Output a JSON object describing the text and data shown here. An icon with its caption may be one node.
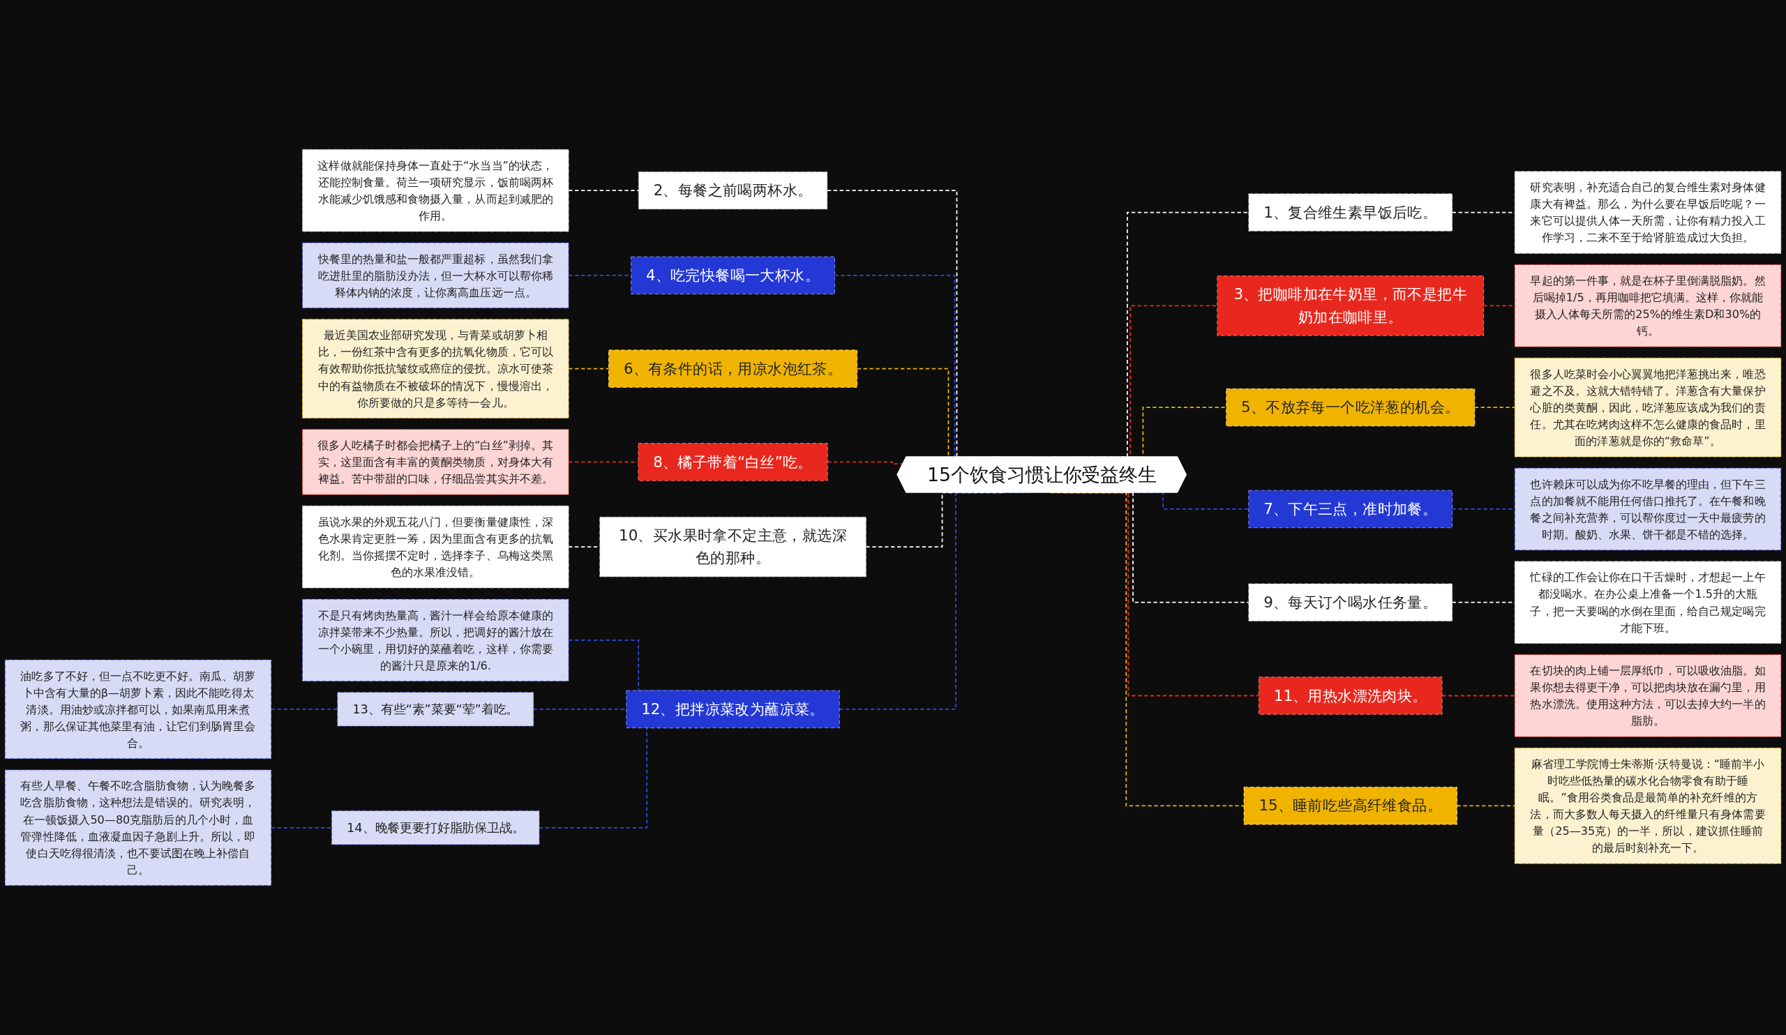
{
  "diagram": {
    "nodes": [
      {
        "text": [
          "15个饮食习惯让你受益终生"
        ]
      },
      {
        "text": [
          "1、复合维生素早饭后吃。"
        ]
      },
      {
        "text": [
          "研究表明，补充适合自己的复合维生素对身体健康大有裨益。那么，为什么要在早饭后吃呢？一来它可以提供人体一天所需，让你有精力投入工作学习，二来不至于给肾脏造成过大负担。"
        ]
      },
      {
        "text": [
          "2、每餐之前喝两杯水。"
        ]
      },
      {
        "text": [
          "这样做就能保持身体一直处于“水当当”的状态，还能控制食量。荷兰一项研究显示，饭前喝两杯水能减少饥饿感和食物摄入量，从而起到减肥的作用。"
        ]
      },
      {
        "text": [
          "3、把咖啡加在牛奶里，而不是把牛奶加在咖啡里。"
        ]
      },
      {
        "text": [
          "早起的第一件事，就是在杯子里倒满脱脂奶。然后喝掉1/5，再用咖啡把它填满。这样，你就能摄入人体每天所需的25%的维生素D和30%的钙。"
        ]
      },
      {
        "text": [
          "4、吃完快餐喝一大杯水。"
        ]
      },
      {
        "text": [
          "快餐里的热量和盐一般都严重超标，虽然我们拿吃进肚里的脂肪没办法，但一大杯水可以帮你稀释体内钠的浓度，让你离高血压远一点。"
        ]
      },
      {
        "text": [
          "5、不放弃每一个吃洋葱的机会。"
        ]
      },
      {
        "text": [
          "很多人吃菜时会小心翼翼地把洋葱挑出来，唯恐避之不及。这就大错特错了。洋葱含有大量保护心脏的类黄酮，因此，吃洋葱应该成为我们的责任。尤其在吃烤肉这样不怎么健康的食品时，里面的洋葱就是你的“救命草”。"
        ]
      },
      {
        "text": [
          "6、有条件的话，用凉水泡红茶。"
        ]
      },
      {
        "text": [
          "最近美国农业部研究发现，与青菜或胡萝卜相比，一份红茶中含有更多的抗氧化物质，它可以有效帮助你抵抗皱纹或癌症的侵扰。凉水可使茶中的有益物质在不被破坏的情况下，慢慢溶出，你所要做的只是多等待一会儿。"
        ]
      },
      {
        "text": [
          "7、下午三点，准时加餐。"
        ]
      },
      {
        "text": [
          "也许赖床可以成为你不吃早餐的理由，但下午三点的加餐就不能用任何借口推托了。在午餐和晚餐之间补充营养，可以帮你度过一天中最疲劳的时期。酸奶、水果、饼干都是不错的选择。"
        ]
      },
      {
        "text": [
          "8、橘子带着“白丝”吃。"
        ]
      },
      {
        "text": [
          "很多人吃橘子时都会把橘子上的“白丝”剥掉。其实，这里面含有丰富的黄酮类物质，对身体大有裨益。苦中带甜的口味，仔细品尝其实并不差。"
        ]
      },
      {
        "text": [
          "9、每天订个喝水任务量。"
        ]
      },
      {
        "text": [
          "忙碌的工作会让你在口干舌燥时，才想起一上午都没喝水。在办公桌上准备一个1.5升的大瓶子，把一天要喝的水倒在里面，给自己规定喝完才能下班。"
        ]
      },
      {
        "text": [
          "10、买水果时拿不定主意，就选深色的那种。"
        ]
      },
      {
        "text": [
          "虽说水果的外观五花八门，但要衡量健康性，深色水果肯定更胜一筹，因为里面含有更多的抗氧化剂。当你摇摆不定时，选择李子、乌梅这类黑色的水果准没错。"
        ]
      },
      {
        "text": [
          "11、用热水漂洗肉块。"
        ]
      },
      {
        "text": [
          "在切块的肉上铺一层厚纸巾，可以吸收油脂。如果你想去得更干净，可以把肉块放在漏勺里，用热水漂洗。使用这种方法，可以去掉大约一半的脂肪。"
        ]
      },
      {
        "text": [
          "12、把拌凉菜改为蘸凉菜。"
        ]
      },
      {
        "text": [
          "不是只有烤肉热量高，酱汁一样会给原本健康的凉拌菜带来不少热量。所以，把调好的酱汁放在一个小碗里，用切好的菜蘸着吃，这样，你需要的酱汁只是原来的1/6."
        ]
      },
      {
        "text": [
          "13、有些“素”菜要“荤”着吃。"
        ]
      },
      {
        "text": [
          "油吃多了不好，但一点不吃更不好。南瓜、胡萝卜中含有大量的β—胡萝卜素，因此不能吃得太清淡。用油炒或凉拌都可以，如果南瓜用来煮粥，那么保证其他菜里有油，让它们到肠胃里会合。"
        ]
      },
      {
        "text": [
          "14、晚餐更要打好脂肪保卫战。"
        ]
      },
      {
        "text": [
          "有些人早餐、午餐不吃含脂肪食物，认为晚餐多吃含脂肪食物，这种想法是错误的。研究表明，在一顿饭摄入50—80克脂肪后的几个小时，血管弹性降低，血液凝血因子急剧上升。所以，即使白天吃得很清淡，也不要试图在晚上补偿自己。"
        ]
      },
      {
        "text": [
          "15、睡前吃些高纤维食品。"
        ]
      },
      {
        "text": [
          "麻省理工学院博士朱蒂斯·沃特曼说：“睡前半小时吃些低热量的碳水化合物零食有助于睡眠。”食用谷类食品是最简单的补充纤维的方法，而大多数人每天摄入的纤维量只有身体需要量（25—35克）的一半，所以，建议抓住睡前的最后时刻补充一下。"
        ]
      }
    ],
    "edges": [
      {
        "from": 0,
        "to": 1,
        "arrow": "none",
        "style": "dashed",
        "color": "#ffffff"
      },
      {
        "from": 1,
        "to": 2,
        "arrow": "none",
        "style": "dashed",
        "color": "#ffffff"
      },
      {
        "from": 3,
        "to": 0,
        "arrow": "none",
        "style": "dashed",
        "color": "#ffffff"
      },
      {
        "from": 4,
        "to": 3,
        "arrow": "none",
        "style": "dashed",
        "color": "#ffffff"
      },
      {
        "from": 0,
        "to": 5,
        "arrow": "none",
        "style": "dashed",
        "color": "#e8281e"
      },
      {
        "from": 5,
        "to": 6,
        "arrow": "none",
        "style": "dashed",
        "color": "#e8281e"
      },
      {
        "from": 7,
        "to": 0,
        "arrow": "none",
        "style": "dashed",
        "color": "#2f4be0"
      },
      {
        "from": 8,
        "to": 7,
        "arrow": "none",
        "style": "dashed",
        "color": "#2f4be0"
      },
      {
        "from": 0,
        "to": 9,
        "arrow": "none",
        "style": "dashed",
        "color": "#f0b400"
      },
      {
        "from": 9,
        "to": 10,
        "arrow": "none",
        "style": "dashed",
        "color": "#f0b400"
      },
      {
        "from": 11,
        "to": 0,
        "arrow": "none",
        "style": "dashed",
        "color": "#f0b400"
      },
      {
        "from": 12,
        "to": 11,
        "arrow": "none",
        "style": "dashed",
        "color": "#f0b400"
      },
      {
        "from": 0,
        "to": 13,
        "arrow": "none",
        "style": "dashed",
        "color": "#2f4be0"
      },
      {
        "from": 13,
        "to": 14,
        "arrow": "none",
        "style": "dashed",
        "color": "#2f4be0"
      },
      {
        "from": 15,
        "to": 0,
        "arrow": "none",
        "style": "dashed",
        "color": "#e8281e"
      },
      {
        "from": 16,
        "to": 15,
        "arrow": "none",
        "style": "dashed",
        "color": "#e8281e"
      },
      {
        "from": 0,
        "to": 17,
        "arrow": "none",
        "style": "dashed",
        "color": "#ffffff"
      },
      {
        "from": 17,
        "to": 18,
        "arrow": "none",
        "style": "dashed",
        "color": "#ffffff"
      },
      {
        "from": 19,
        "to": 0,
        "arrow": "none",
        "style": "dashed",
        "color": "#ffffff"
      },
      {
        "from": 20,
        "to": 19,
        "arrow": "none",
        "style": "dashed",
        "color": "#ffffff"
      },
      {
        "from": 0,
        "to": 21,
        "arrow": "none",
        "style": "dashed",
        "color": "#e8281e"
      },
      {
        "from": 21,
        "to": 22,
        "arrow": "none",
        "style": "dashed",
        "color": "#e8281e"
      },
      {
        "from": 23,
        "to": 0,
        "arrow": "none",
        "style": "dashed",
        "color": "#2f4be0"
      },
      {
        "from": 24,
        "to": 23,
        "arrow": "none",
        "style": "dashed",
        "color": "#2f4be0"
      },
      {
        "from": 25,
        "to": 23,
        "arrow": "none",
        "style": "dashed",
        "color": "#2f4be0"
      },
      {
        "from": 26,
        "to": 25,
        "arrow": "none",
        "style": "dashed",
        "color": "#2f4be0"
      },
      {
        "from": 27,
        "to": 23,
        "arrow": "none",
        "style": "dashed",
        "color": "#2f4be0"
      },
      {
        "from": 28,
        "to": 27,
        "arrow": "none",
        "style": "dashed",
        "color": "#2f4be0"
      },
      {
        "from": 0,
        "to": 29,
        "arrow": "none",
        "style": "dashed",
        "color": "#f0b400"
      },
      {
        "from": 29,
        "to": 30,
        "arrow": "none",
        "style": "dashed",
        "color": "#f0b400"
      }
    ]
  }
}
